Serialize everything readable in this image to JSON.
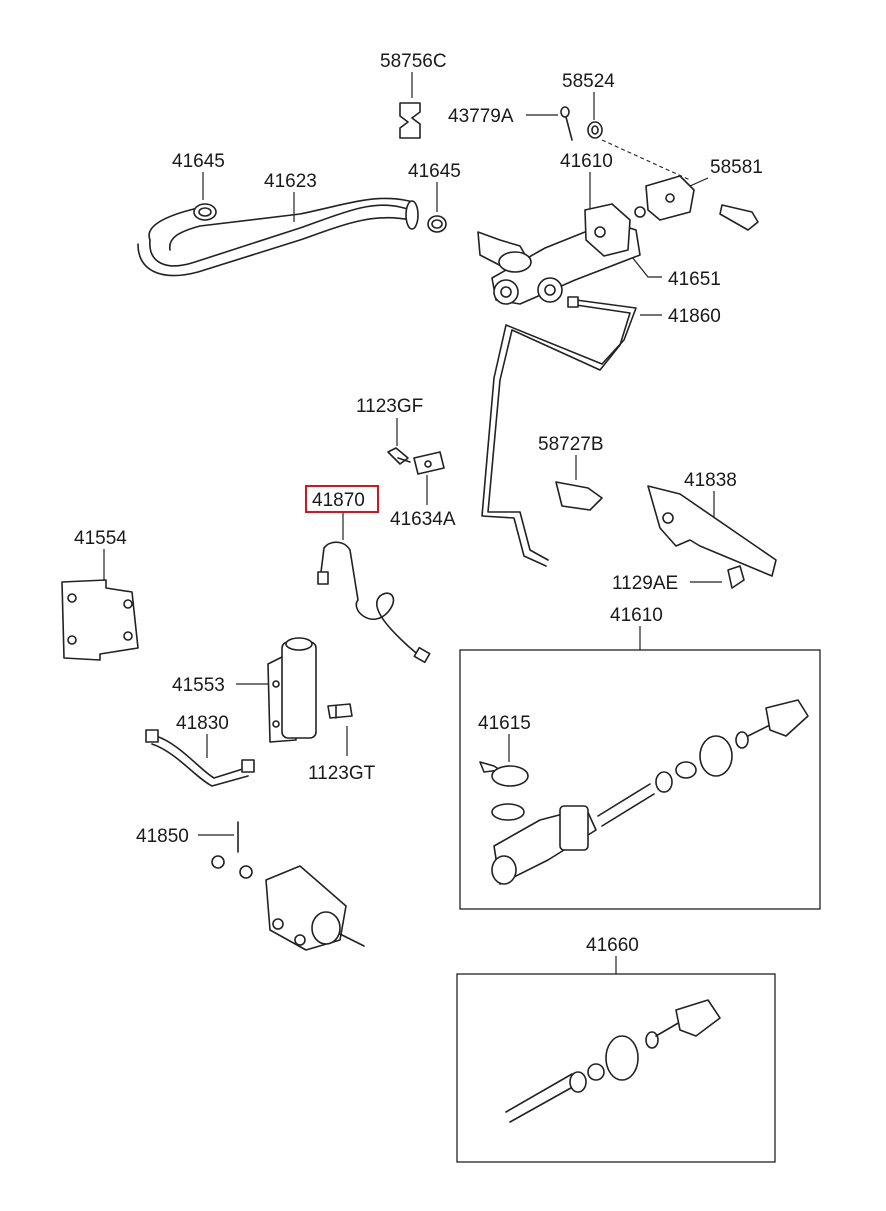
{
  "diagram": {
    "highlight_color": "#e0101a",
    "callouts": [
      {
        "id": "c-58756c",
        "text": "58756C"
      },
      {
        "id": "c-58524",
        "text": "58524"
      },
      {
        "id": "c-43779a",
        "text": "43779A"
      },
      {
        "id": "c-41645-a",
        "text": "41645"
      },
      {
        "id": "c-41623",
        "text": "41623"
      },
      {
        "id": "c-41645-b",
        "text": "41645"
      },
      {
        "id": "c-41610-top",
        "text": "41610"
      },
      {
        "id": "c-58581",
        "text": "58581"
      },
      {
        "id": "c-41651",
        "text": "41651"
      },
      {
        "id": "c-41860",
        "text": "41860"
      },
      {
        "id": "c-1123gf",
        "text": "1123GF"
      },
      {
        "id": "c-58727b",
        "text": "58727B"
      },
      {
        "id": "c-41870",
        "text": "41870"
      },
      {
        "id": "c-41634a",
        "text": "41634A"
      },
      {
        "id": "c-41838",
        "text": "41838"
      },
      {
        "id": "c-41554",
        "text": "41554"
      },
      {
        "id": "c-1129ae",
        "text": "1129AE"
      },
      {
        "id": "c-41610-box",
        "text": "41610"
      },
      {
        "id": "c-41553",
        "text": "41553"
      },
      {
        "id": "c-41830",
        "text": "41830"
      },
      {
        "id": "c-41615",
        "text": "41615"
      },
      {
        "id": "c-1123gt",
        "text": "1123GT"
      },
      {
        "id": "c-41850",
        "text": "41850"
      },
      {
        "id": "c-41660",
        "text": "41660"
      }
    ]
  }
}
